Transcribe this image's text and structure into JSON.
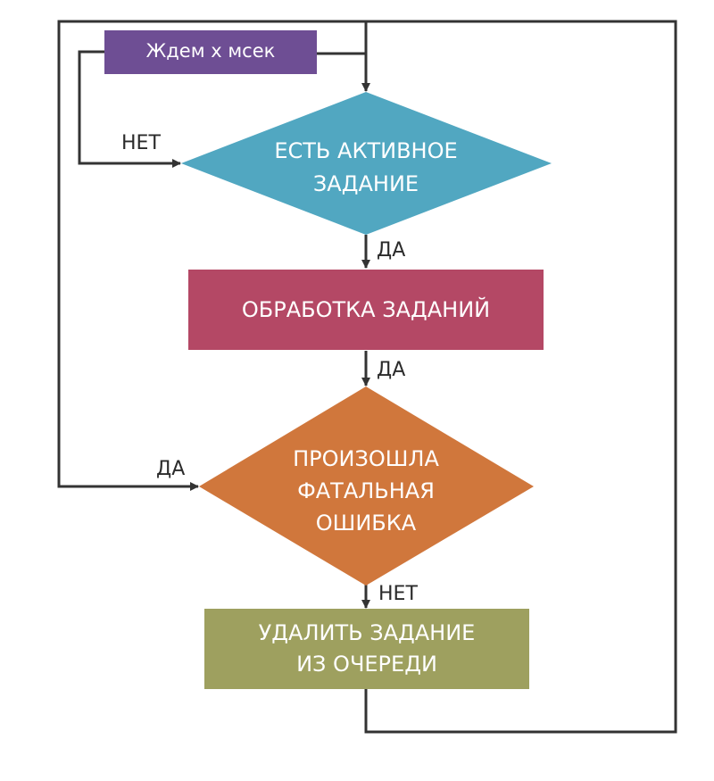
{
  "nodes": {
    "wait": {
      "label": "Ждем х мсек",
      "color": "#6e4e94"
    },
    "active_check": {
      "lines": [
        "ЕСТЬ АКТИВНОЕ",
        "ЗАДАНИЕ"
      ],
      "color": "#51a7c1"
    },
    "process": {
      "label": "ОБРАБОТКА ЗАДАНИЙ",
      "color": "#b44865"
    },
    "fatal_check": {
      "lines": [
        "ПРОИЗОШЛА",
        "ФАТАЛЬНАЯ",
        "ОШИБКА"
      ],
      "color": "#d0773c"
    },
    "remove": {
      "lines": [
        "УДАЛИТЬ ЗАДАНИЕ",
        "ИЗ ОЧЕРЕДИ"
      ],
      "color": "#9ea05f"
    }
  },
  "edges": {
    "no_active": "НЕТ",
    "yes_active": "ДА",
    "after_process": "ДА",
    "fatal_yes": "ДА",
    "fatal_no": "НЕТ"
  }
}
